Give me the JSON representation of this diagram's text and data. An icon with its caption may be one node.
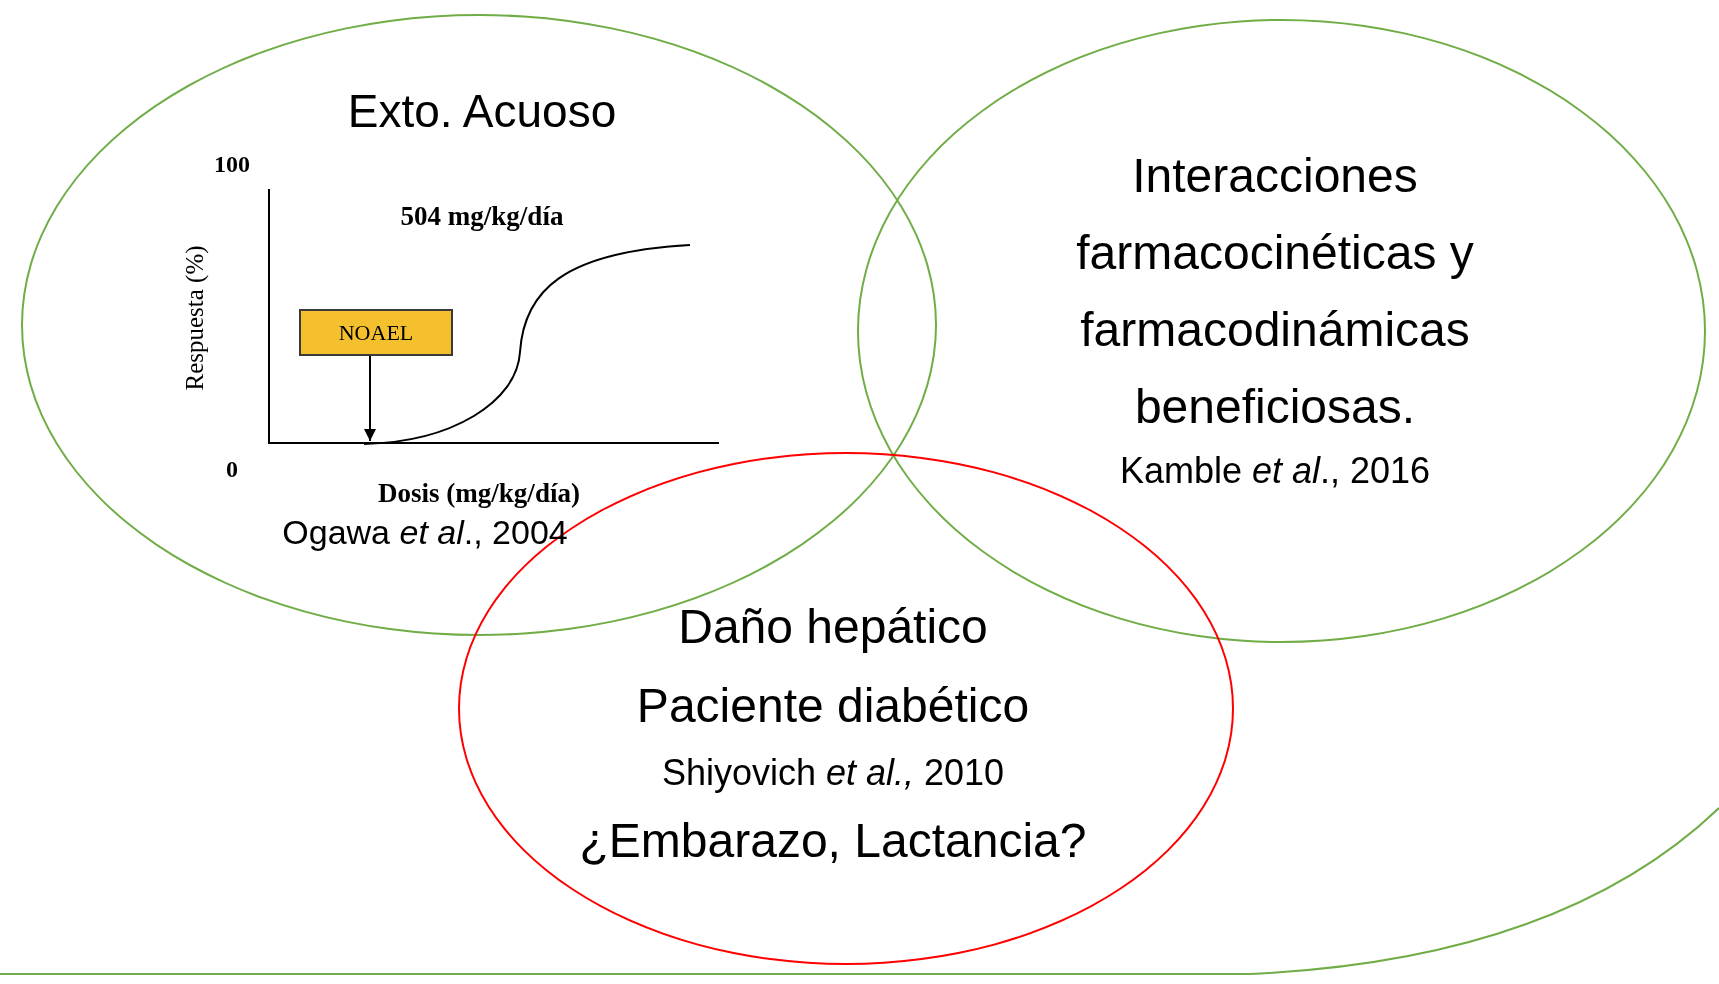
{
  "diagram": {
    "nodes": [
      {
        "text": [
          "Exto. Acuoso",
          "Ogawa *et al*., 2004"
        ]
      },
      {
        "text": [
          "NOAEL"
        ],
        "in": 0
      },
      {
        "text": [
          "Interacciones farmacocinéticas y farmacodinámicas beneficiosas.",
          "Kamble *et al*., 2016"
        ]
      },
      {
        "text": [
          "Daño hepático",
          "Paciente diabético",
          "Shiyovich *et al.,* 2010",
          "¿Embarazo, Lactancia?"
        ]
      },
      {
        "text": [],
        "shape": "picture",
        "in": 0
      }
    ],
    "edges": [
      {
        "from": 1,
        "to": 4,
        "arrow": "to"
      }
    ],
    "labels": [
      "100",
      "Respuesta (%)",
      "504 mg/kg/día",
      "0",
      "Dosis (mg/kg/día)"
    ]
  }
}
